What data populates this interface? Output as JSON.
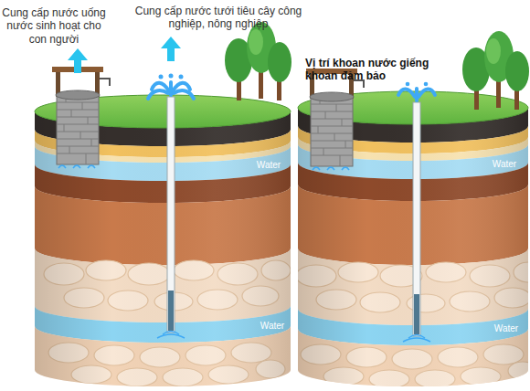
{
  "diagram": {
    "labels": [
      "Cung cấp nước uống nước sinh hoạt cho con người",
      "Cung cấp nước tưới tiêu cây công nghiệp, nông nghiệp",
      "Water",
      "Water",
      "Vị trí khoan nước giếng khoan đảm bảo",
      "Water",
      "Water"
    ]
  }
}
